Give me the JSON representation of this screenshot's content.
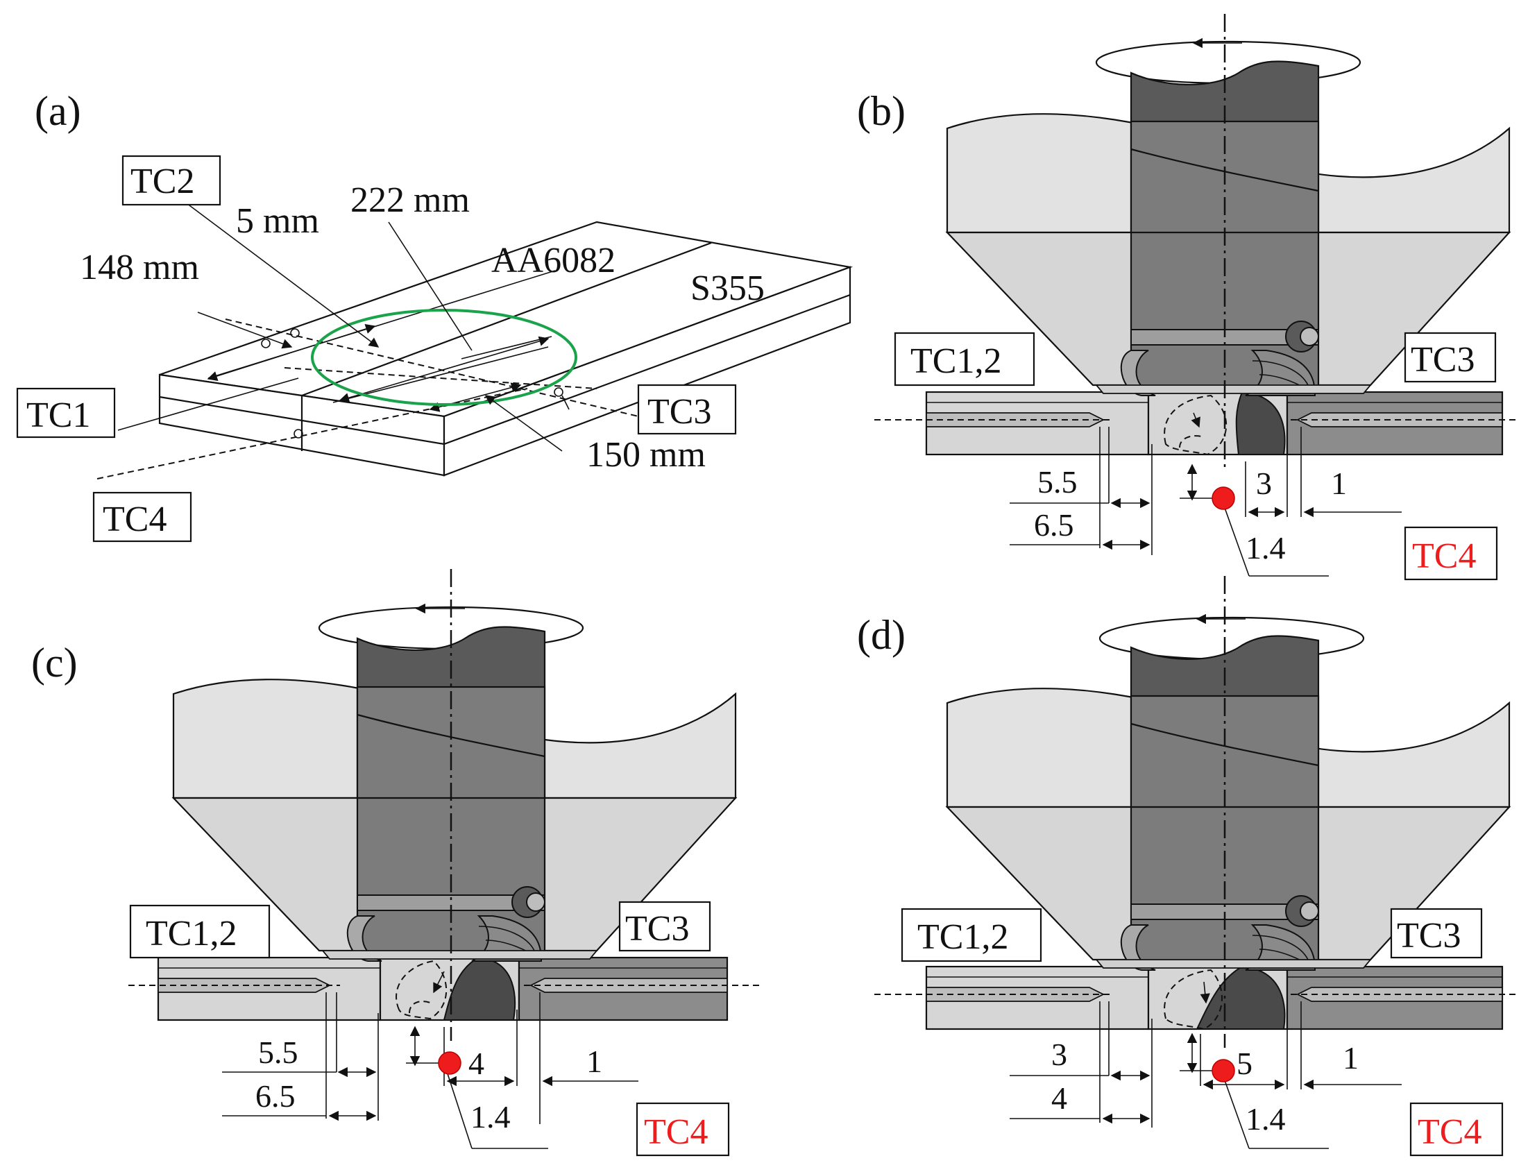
{
  "panel_a": {
    "label": "(a)",
    "tc1": "TC1",
    "tc2": "TC2",
    "tc3": "TC3",
    "tc4": "TC4",
    "dim_148": "148 mm",
    "dim_5": "5 mm",
    "dim_222": "222 mm",
    "dim_150": "150 mm",
    "mat_top": "AA6082",
    "mat_bottom": "S355"
  },
  "panel_b": {
    "label": "(b)",
    "tc12": "TC1,2",
    "tc3": "TC3",
    "tc4": "TC4",
    "d_left_1": "5.5",
    "d_left_2": "6.5",
    "d_mid": "3",
    "d_right": "1",
    "d_depth": "1.4"
  },
  "panel_c": {
    "label": "(c)",
    "tc12": "TC1,2",
    "tc3": "TC3",
    "tc4": "TC4",
    "d_left_1": "5.5",
    "d_left_2": "6.5",
    "d_mid": "4",
    "d_right": "1",
    "d_depth": "1.4"
  },
  "panel_d": {
    "label": "(d)",
    "tc12": "TC1,2",
    "tc3": "TC3",
    "tc4": "TC4",
    "d_left_1": "3",
    "d_left_2": "4",
    "d_mid": "5",
    "d_right": "1",
    "d_depth": "1.4"
  },
  "colors": {
    "shoulder": "#e2e2e2",
    "pin": "#7a7a7a",
    "pin_dark": "#4a4a4a",
    "plate_light": "#d6d6d6",
    "plate_dark": "#8c8c8c",
    "probe": "#bdbdbd",
    "highlight_circle": "#1aa34a",
    "tc4_marker": "#ee1c1c"
  }
}
